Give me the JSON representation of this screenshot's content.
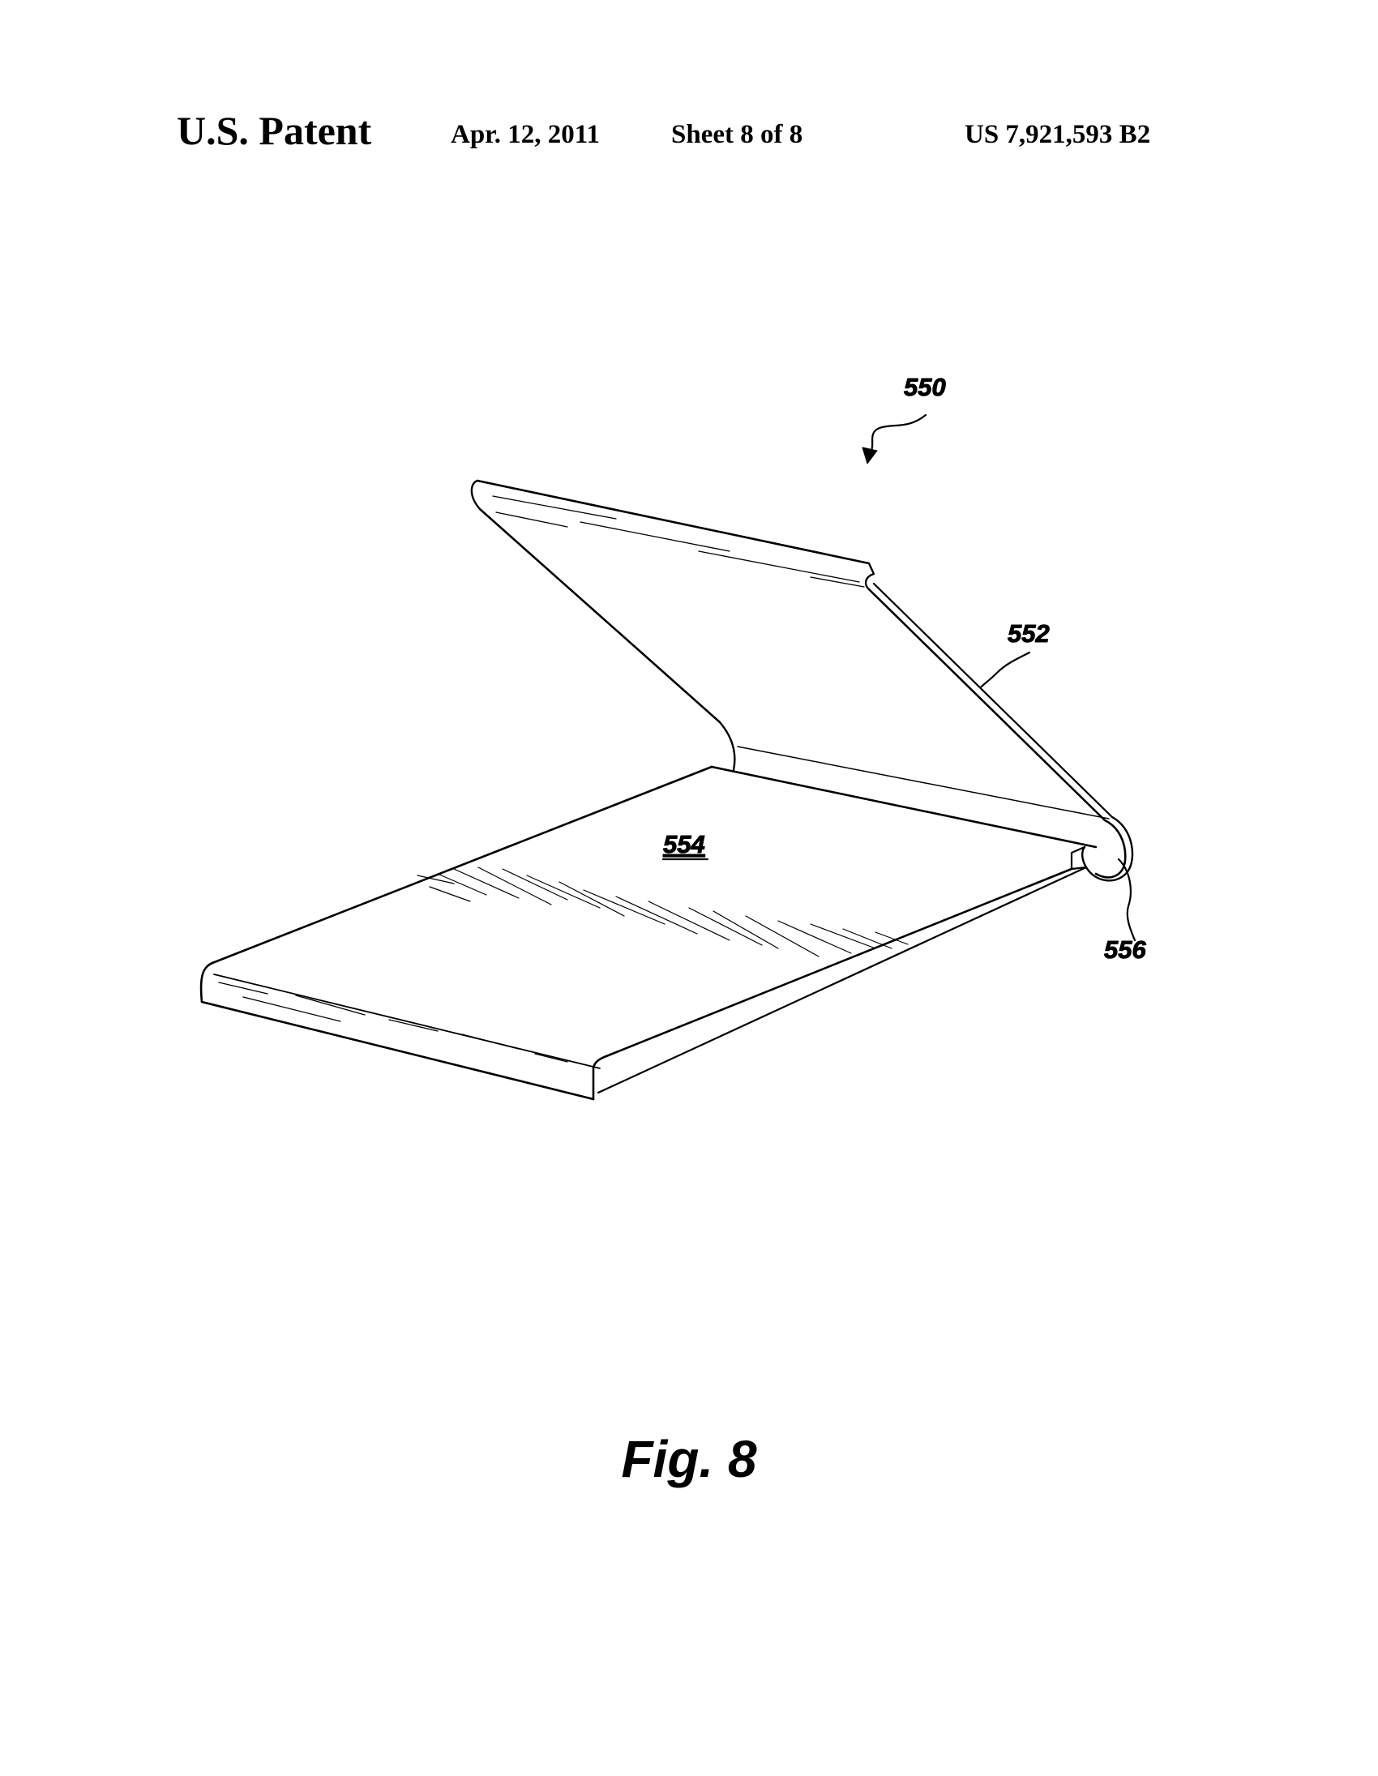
{
  "header": {
    "title": "U.S. Patent",
    "date": "Apr. 12, 2011",
    "sheet": "Sheet 8 of 8",
    "patent_number": "US 7,921,593 B2"
  },
  "figure": {
    "refs": {
      "assembly": "550",
      "upper_panel": "552",
      "base_panel": "554",
      "fold": "556"
    },
    "caption": "Fig. 8"
  },
  "colors": {
    "ink": "#000000",
    "paper": "#ffffff"
  }
}
